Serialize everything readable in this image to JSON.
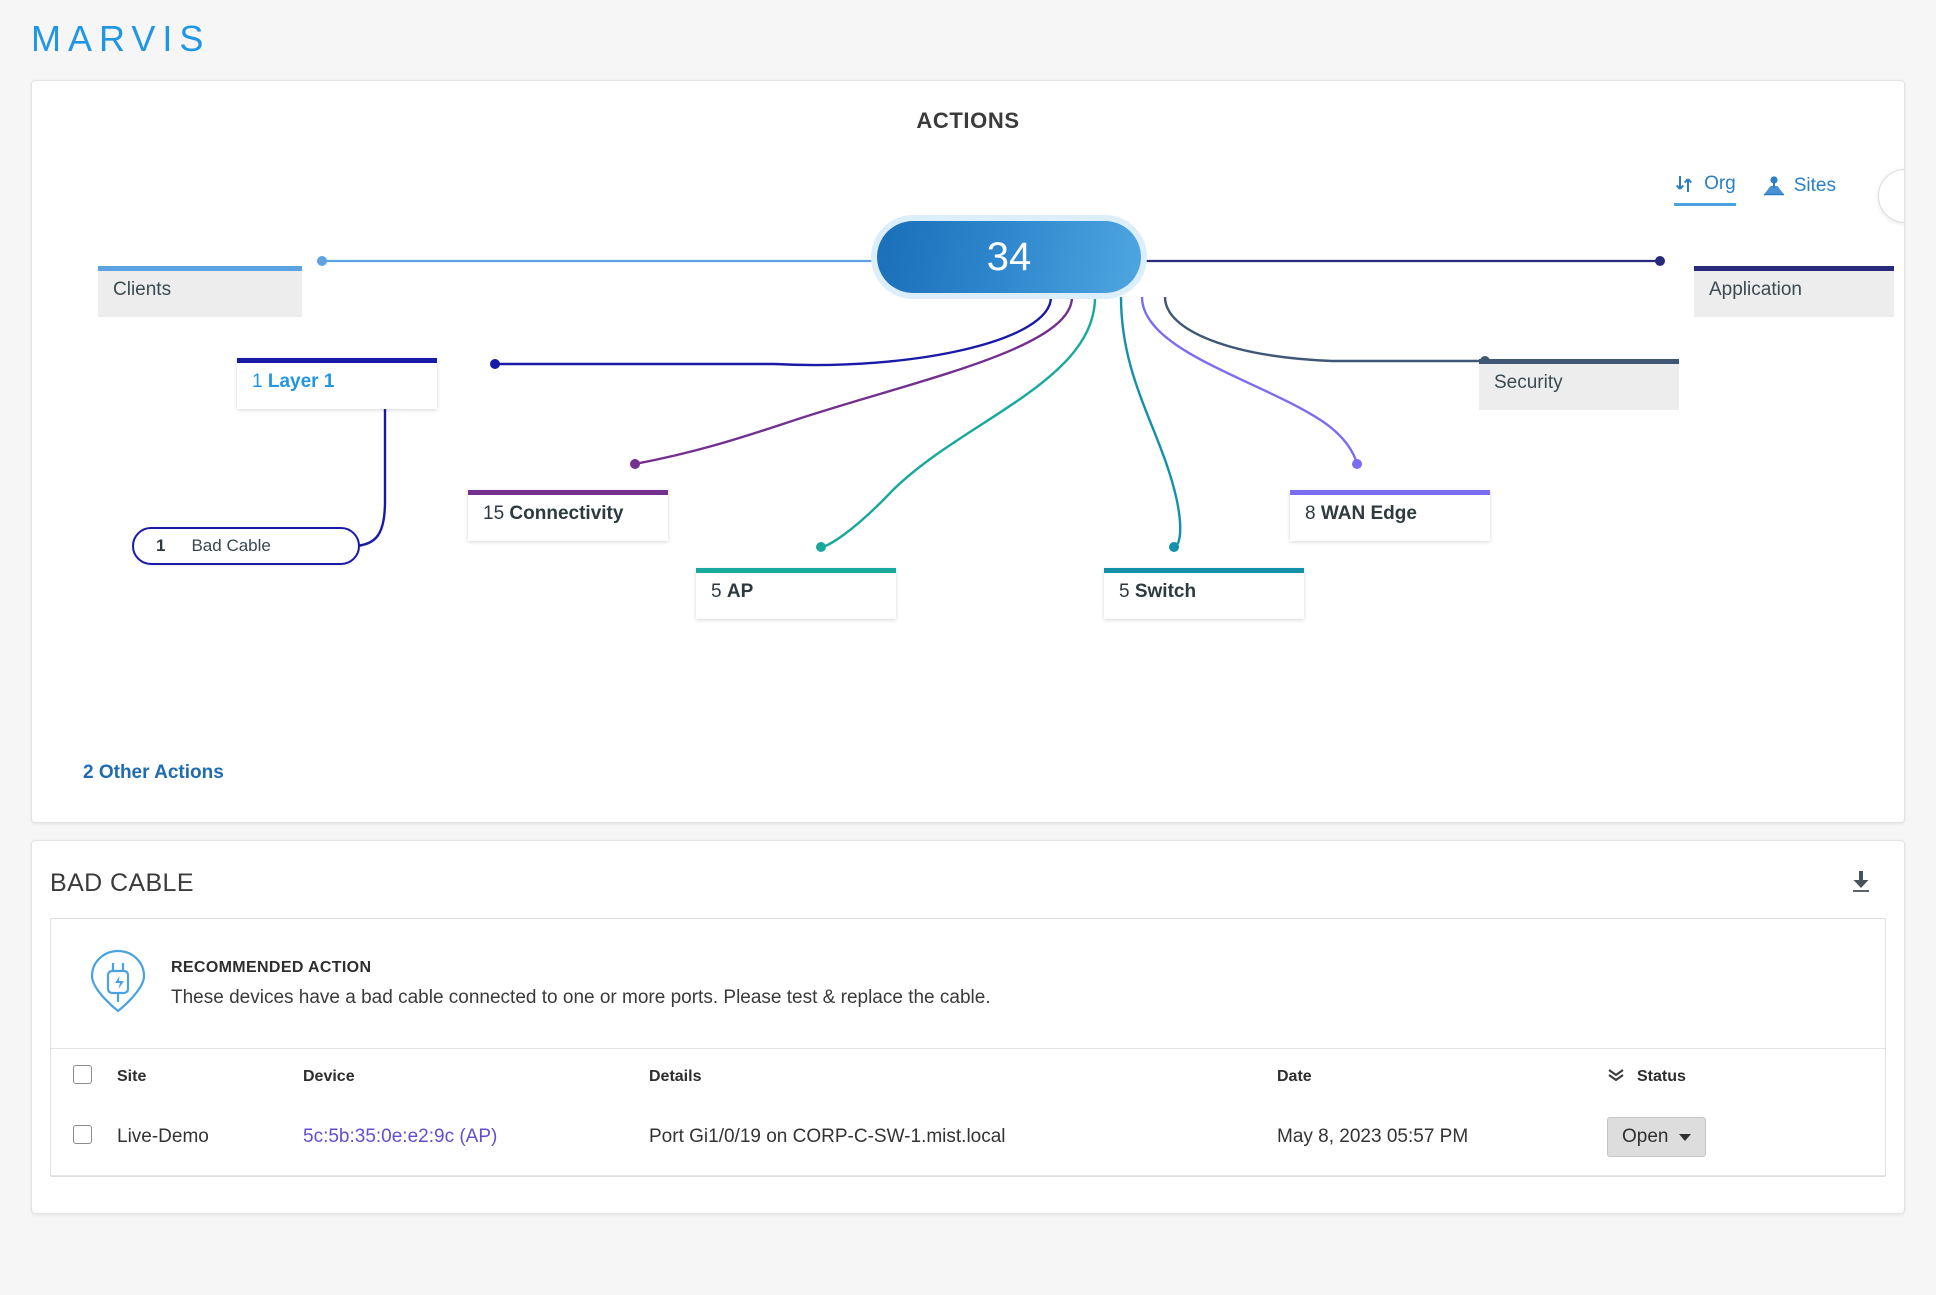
{
  "brand": "MARVIS",
  "topology": {
    "title": "ACTIONS",
    "hub_count": "34",
    "scope_tabs": [
      {
        "label": "Org",
        "icon": "sort-arrows-icon",
        "active": true
      },
      {
        "label": "Sites",
        "icon": "sites-map-pin-icon",
        "active": false
      }
    ],
    "fab_icon": "more-options-icon",
    "categories": [
      {
        "key": "clients",
        "num": "",
        "label": "Clients",
        "color": "#5ba3e0",
        "state": "disabled"
      },
      {
        "key": "application",
        "num": "",
        "label": "Application",
        "color": "#2a2a7a",
        "state": "disabled"
      },
      {
        "key": "security",
        "num": "",
        "label": "Security",
        "color": "#3f5775",
        "state": "disabled"
      },
      {
        "key": "layer1",
        "num": "1",
        "label": "Layer 1",
        "color": "#1a1aa8",
        "state": "selected"
      },
      {
        "key": "connectivity",
        "num": "15",
        "label": "Connectivity",
        "color": "#73308f",
        "state": "normal"
      },
      {
        "key": "ap",
        "num": "5",
        "label": "AP",
        "color": "#18a89c",
        "state": "normal"
      },
      {
        "key": "switch",
        "num": "5",
        "label": "Switch",
        "color": "#1490ab",
        "state": "normal"
      },
      {
        "key": "wanedge",
        "num": "8",
        "label": "WAN Edge",
        "color": "#7b6df0",
        "state": "normal"
      }
    ],
    "leaf": {
      "count": "1",
      "label": "Bad Cable"
    },
    "other_actions": "2 Other Actions"
  },
  "detail": {
    "title": "BAD CABLE",
    "download_icon": "download-icon",
    "recommended": {
      "icon": "plug-pin-icon",
      "heading": "RECOMMENDED ACTION",
      "body": "These devices have a bad cable connected to one or more ports. Please test & replace the cable."
    },
    "table": {
      "columns": [
        "Site",
        "Device",
        "Details",
        "Date",
        "Status"
      ],
      "status_sort_icon": "double-chevron-down-icon",
      "rows": [
        {
          "site": "Live-Demo",
          "device": "5c:5b:35:0e:e2:9c (AP)",
          "details": "Port Gi1/0/19 on CORP-C-SW-1.mist.local",
          "date": "May 8, 2023 05:57 PM",
          "status": "Open"
        }
      ]
    }
  }
}
